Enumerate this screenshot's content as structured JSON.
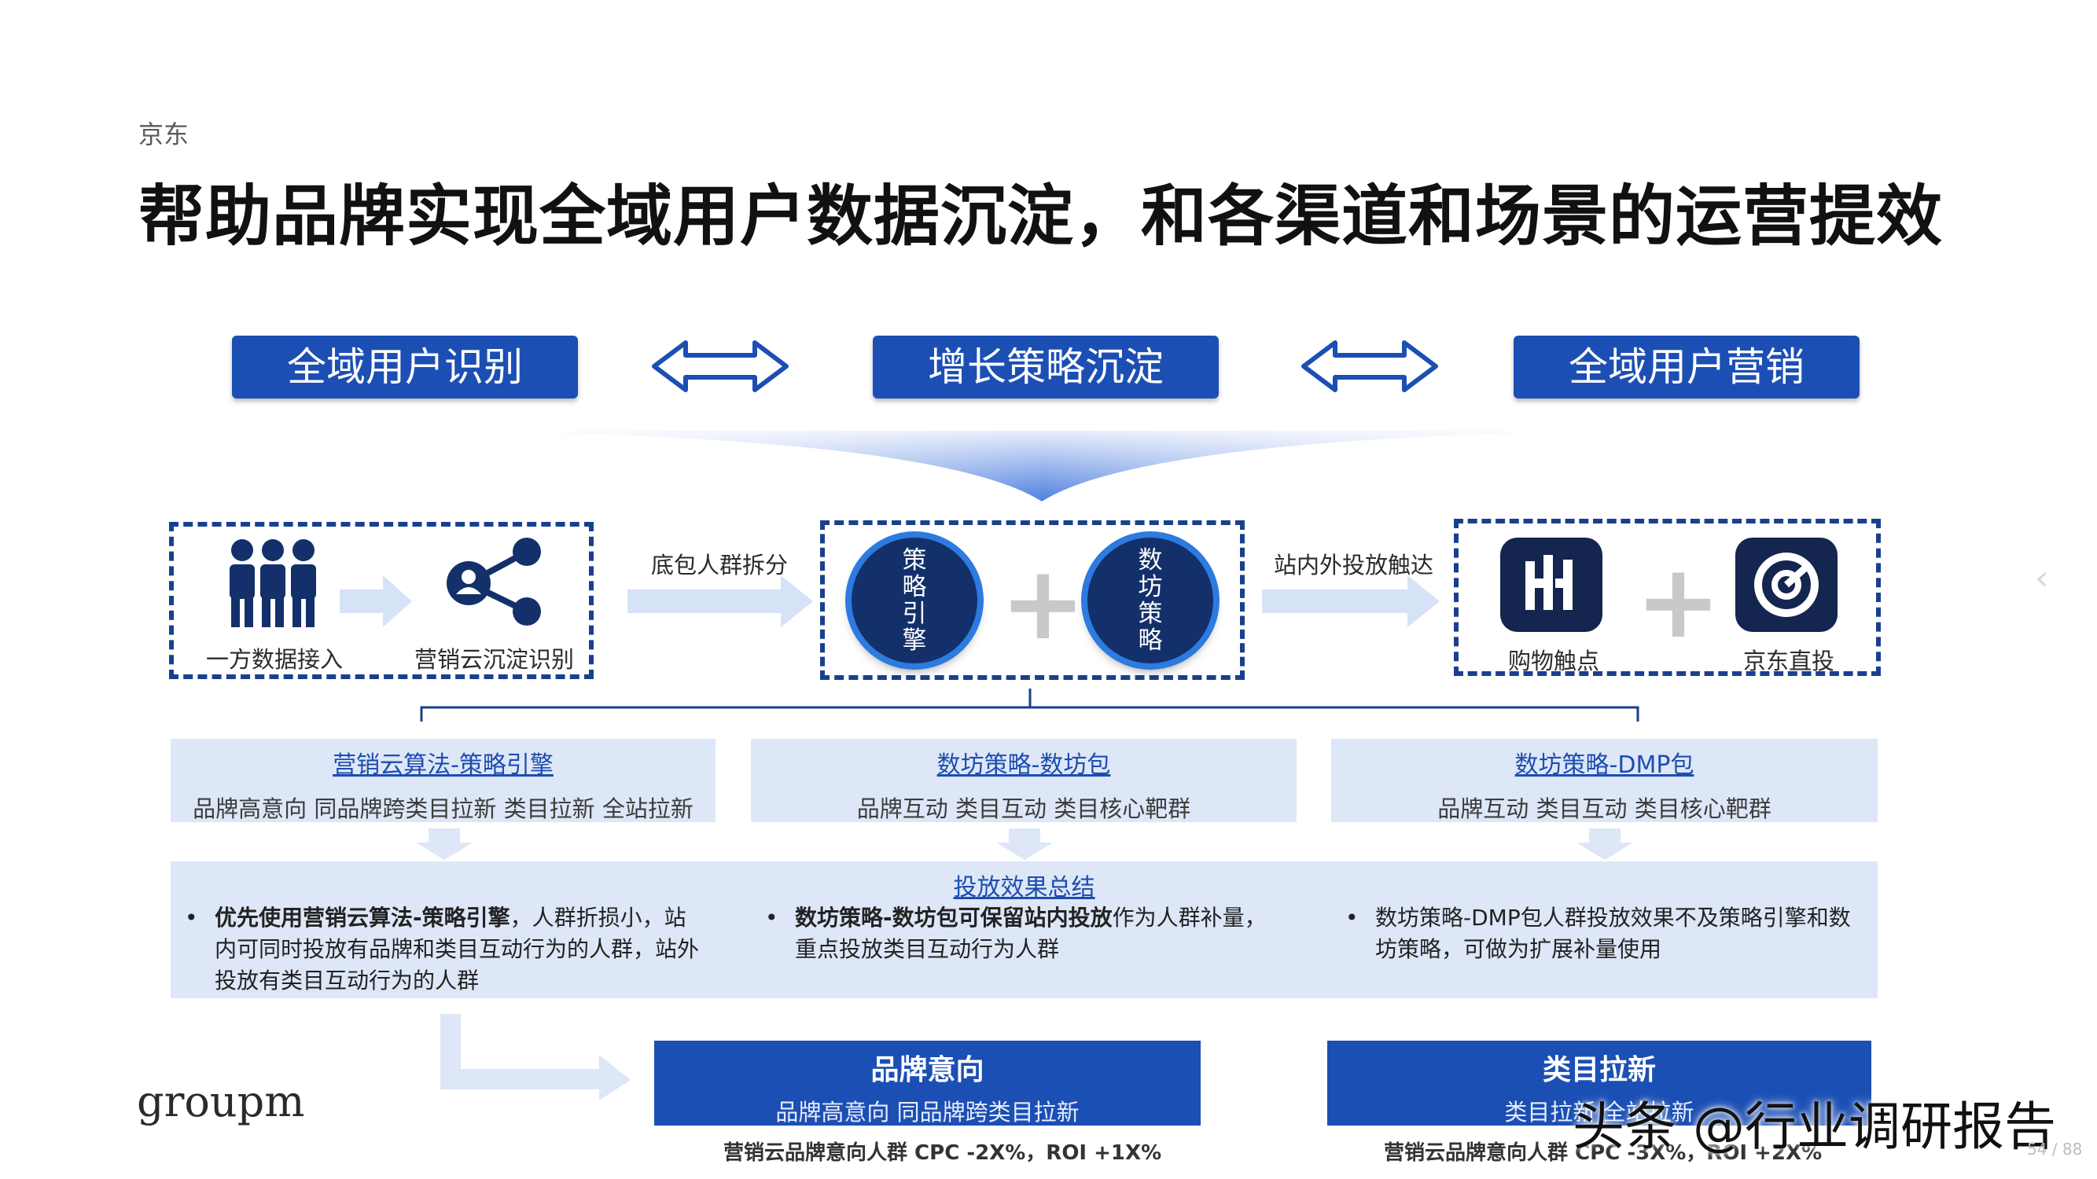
{
  "header": {
    "company": "京东",
    "title": "帮助品牌实现全域用户数据沉淀，和各渠道和场景的运营提效"
  },
  "flow": {
    "steps": [
      "全域用户识别",
      "增长策略沉淀",
      "全域用户营销"
    ]
  },
  "sources": {
    "first_party": "一方数据接入",
    "cloud": "营销云沉淀识别"
  },
  "connectors": {
    "split": "底包人群拆分",
    "delivery": "站内外投放触达"
  },
  "engines": {
    "strategy_engine": "策略引擎",
    "data_strategy": "数坊策略"
  },
  "channels": {
    "touch": "购物触点",
    "direct": "京东直投"
  },
  "panels": [
    {
      "title": "营销云算法-策略引擎",
      "tags": "品牌高意向   同品牌跨类目拉新   类目拉新   全站拉新"
    },
    {
      "title": "数坊策略-数坊包",
      "tags": "品牌互动   类目互动   类目核心靶群"
    },
    {
      "title": "数坊策略-DMP包",
      "tags": "品牌互动   类目互动   类目核心靶群"
    }
  ],
  "summary": {
    "title": "投放效果总结",
    "b1_bold": "优先使用营销云算法-策略引擎",
    "b1_rest": "，人群折损小，站内可同时投放有品牌和类目互动行为的人群，站外投放有类目互动行为的人群",
    "b2_bold": "数坊策略-数坊包可保留站内投放",
    "b2_rest": "作为人群补量，重点投放类目互动行为人群",
    "b3": "数坊策略-DMP包人群投放效果不及策略引擎和数坊策略，可做为扩展补量使用"
  },
  "results": [
    {
      "title": "品牌意向",
      "subtitle": "品牌高意向   同品牌跨类目拉新",
      "note": "营销云品牌意向人群  CPC -2X%，ROI +1X%"
    },
    {
      "title": "类目拉新",
      "subtitle": "类目拉新   全站拉新",
      "note": "营销云品牌意向人群  CPC -3X%，ROI +2X%"
    }
  ],
  "footer": {
    "logo": "groupm",
    "watermark": "头条 @行业调研报告",
    "page": "54 / 88"
  },
  "colors": {
    "brand_blue": "#1c4fb4",
    "dark_navy": "#13306a",
    "panel_bg": "#dde7f7"
  }
}
